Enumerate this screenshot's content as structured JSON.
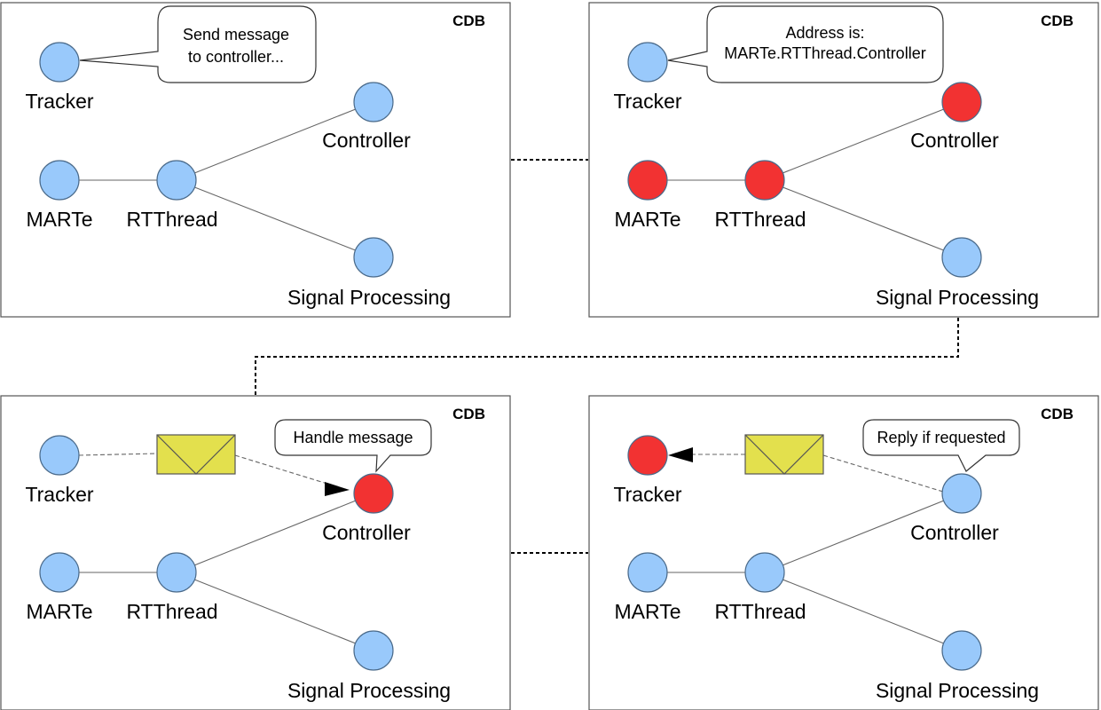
{
  "colors": {
    "node_default": "#99c9fb",
    "node_active": "#f23232",
    "envelope": "#e3e04d"
  },
  "panels": [
    {
      "cdb_label": "CDB",
      "bubble_lines": [
        "Send message",
        "to controller..."
      ],
      "nodes": {
        "tracker": {
          "label": "Tracker",
          "state": "default"
        },
        "controller": {
          "label": "Controller",
          "state": "default"
        },
        "marte": {
          "label": "MARTe",
          "state": "default"
        },
        "rtthread": {
          "label": "RTThread",
          "state": "default"
        },
        "signal": {
          "label": "Signal Processing",
          "state": "default"
        }
      }
    },
    {
      "cdb_label": "CDB",
      "bubble_lines": [
        "Address is:",
        "MARTe.RTThread.Controller"
      ],
      "nodes": {
        "tracker": {
          "label": "Tracker",
          "state": "default"
        },
        "controller": {
          "label": "Controller",
          "state": "active"
        },
        "marte": {
          "label": "MARTe",
          "state": "active"
        },
        "rtthread": {
          "label": "RTThread",
          "state": "active"
        },
        "signal": {
          "label": "Signal Processing",
          "state": "default"
        }
      }
    },
    {
      "cdb_label": "CDB",
      "bubble_lines": [
        "Handle message"
      ],
      "nodes": {
        "tracker": {
          "label": "Tracker",
          "state": "default"
        },
        "controller": {
          "label": "Controller",
          "state": "active"
        },
        "marte": {
          "label": "MARTe",
          "state": "default"
        },
        "rtthread": {
          "label": "RTThread",
          "state": "default"
        },
        "signal": {
          "label": "Signal Processing",
          "state": "default"
        }
      },
      "message": {
        "icon": "envelope-icon",
        "from": "tracker",
        "to": "controller"
      }
    },
    {
      "cdb_label": "CDB",
      "bubble_lines": [
        "Reply if requested"
      ],
      "nodes": {
        "tracker": {
          "label": "Tracker",
          "state": "active"
        },
        "controller": {
          "label": "Controller",
          "state": "default"
        },
        "marte": {
          "label": "MARTe",
          "state": "default"
        },
        "rtthread": {
          "label": "RTThread",
          "state": "default"
        },
        "signal": {
          "label": "Signal Processing",
          "state": "default"
        }
      },
      "message": {
        "icon": "envelope-icon",
        "from": "controller",
        "to": "tracker"
      }
    }
  ]
}
